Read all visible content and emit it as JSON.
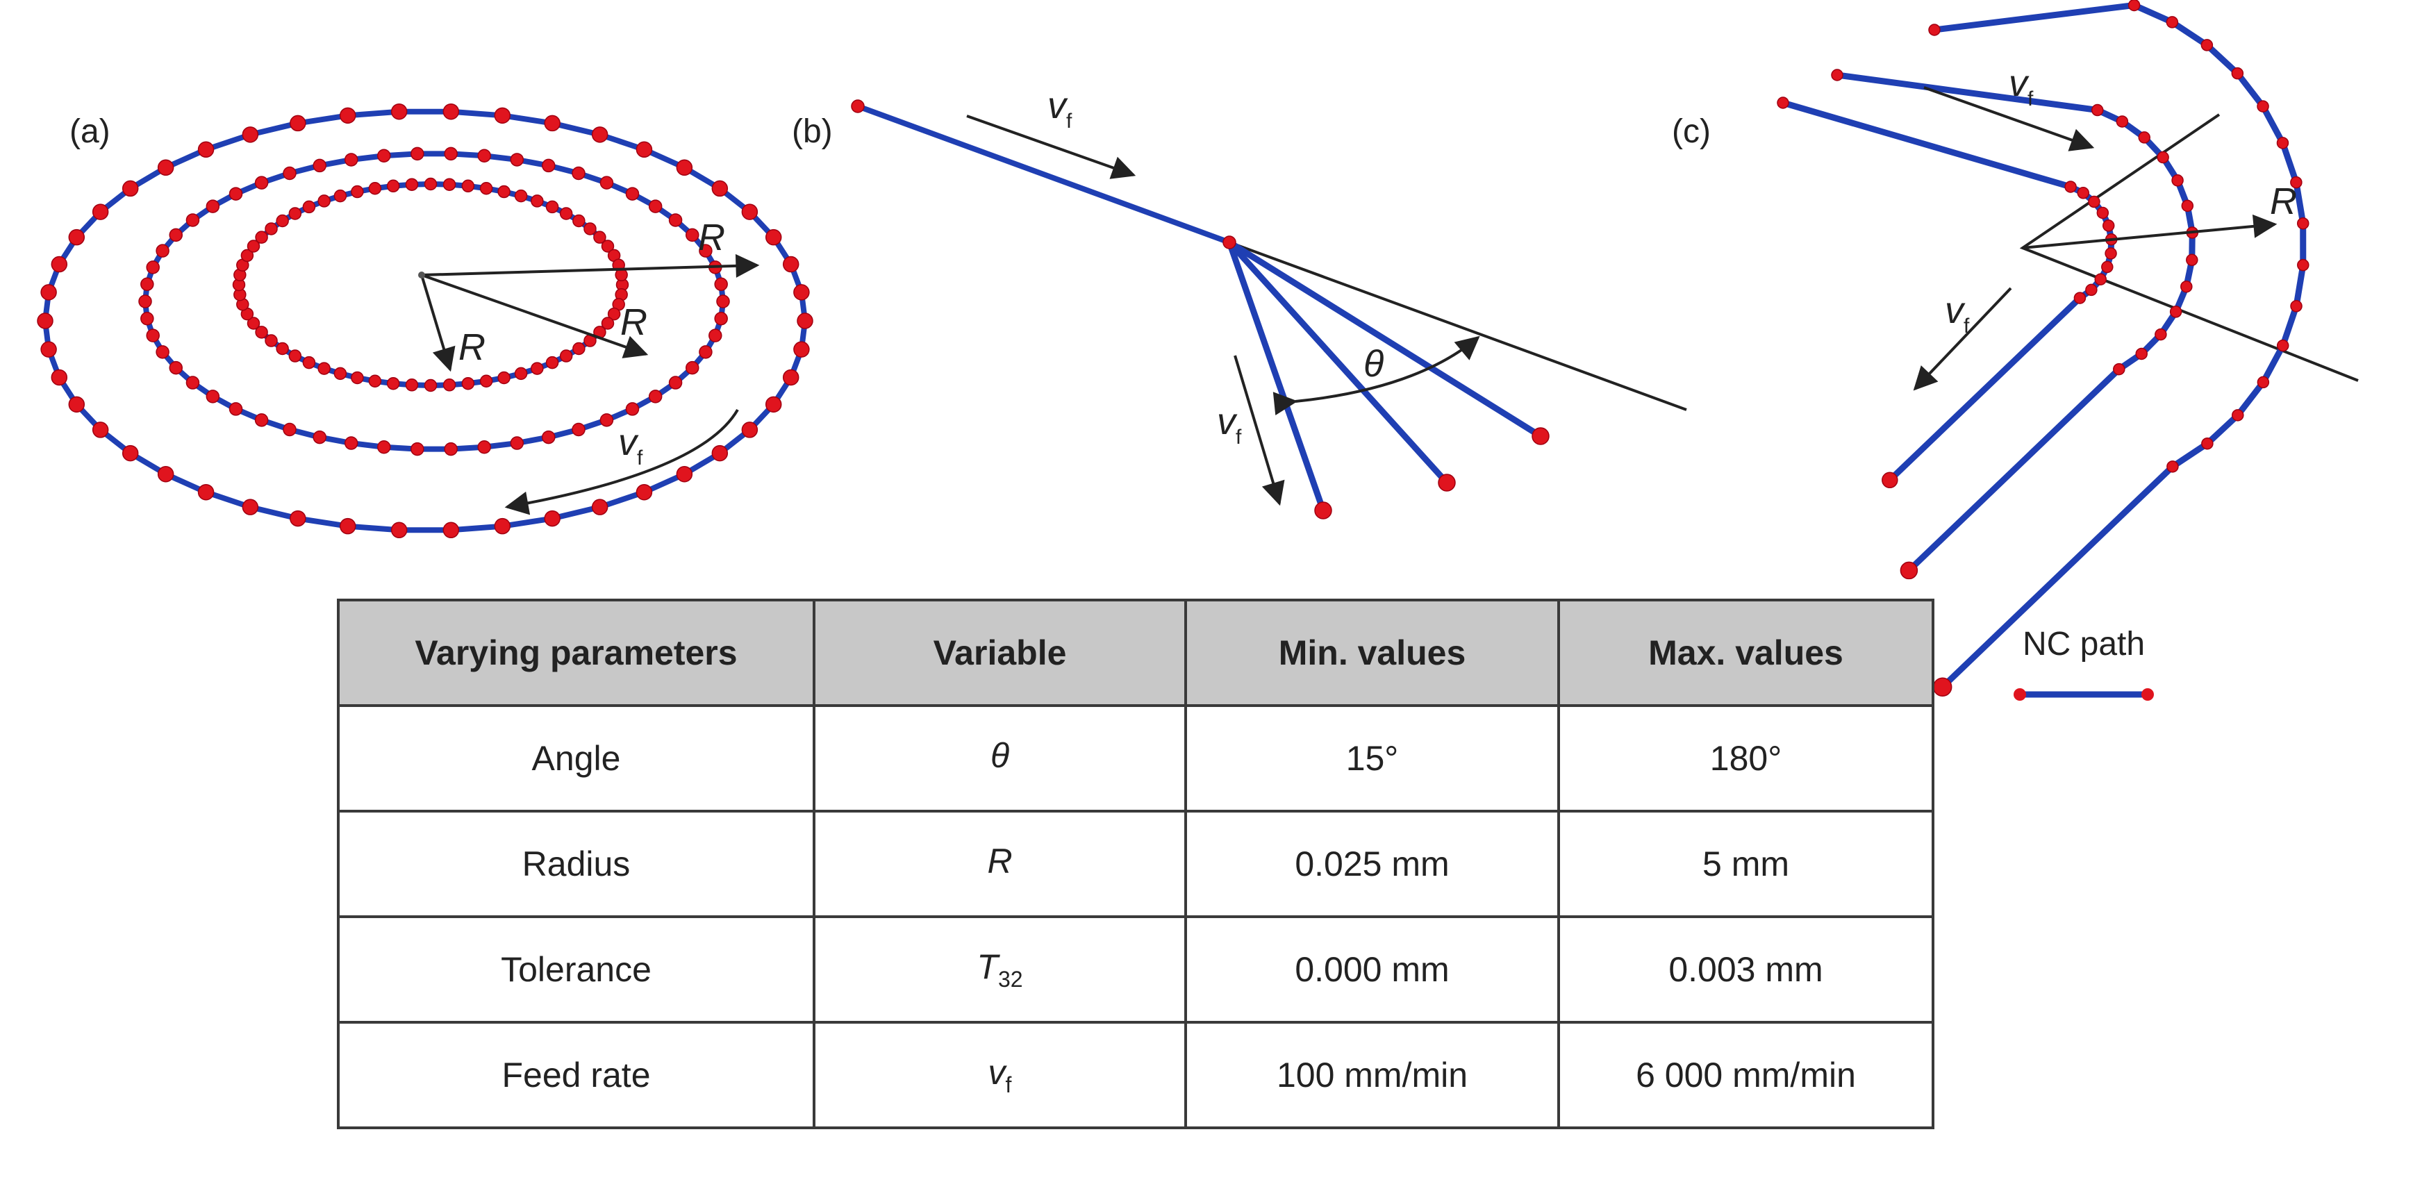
{
  "panels": {
    "a": {
      "label": "(a)",
      "symbols": {
        "R1": "R",
        "R2": "R",
        "R3": "R",
        "vf": "v",
        "vf_sub": "f"
      }
    },
    "b": {
      "label": "(b)",
      "symbols": {
        "vf_top": "v",
        "vf_top_sub": "f",
        "vf_side": "v",
        "vf_side_sub": "f",
        "theta": "θ"
      }
    },
    "c": {
      "label": "(c)",
      "symbols": {
        "R": "R",
        "vf_top": "v",
        "vf_top_sub": "f",
        "vf_side": "v",
        "vf_side_sub": "f"
      }
    }
  },
  "colors": {
    "path": "#1f3fb3",
    "point": "#e0141e",
    "point_edge": "#a00010",
    "arrow": "#222222",
    "header_bg": "#c8c8c8"
  },
  "table": {
    "headers": [
      "Varying parameters",
      "Variable",
      "Min. values",
      "Max. values"
    ],
    "rows": [
      {
        "param": "Angle",
        "var": "θ",
        "var_sub": "",
        "min": "15°",
        "max": "180°"
      },
      {
        "param": "Radius",
        "var": "R",
        "var_sub": "",
        "min": "0.025 mm",
        "max": "5 mm"
      },
      {
        "param": "Tolerance",
        "var": "T",
        "var_sub": "32",
        "min": "0.000 mm",
        "max": "0.003 mm"
      },
      {
        "param": "Feed rate",
        "var": "v",
        "var_sub": "f",
        "min": "100 mm/min",
        "max": "6 000 mm/min"
      }
    ]
  },
  "legend": {
    "label": "NC path"
  }
}
